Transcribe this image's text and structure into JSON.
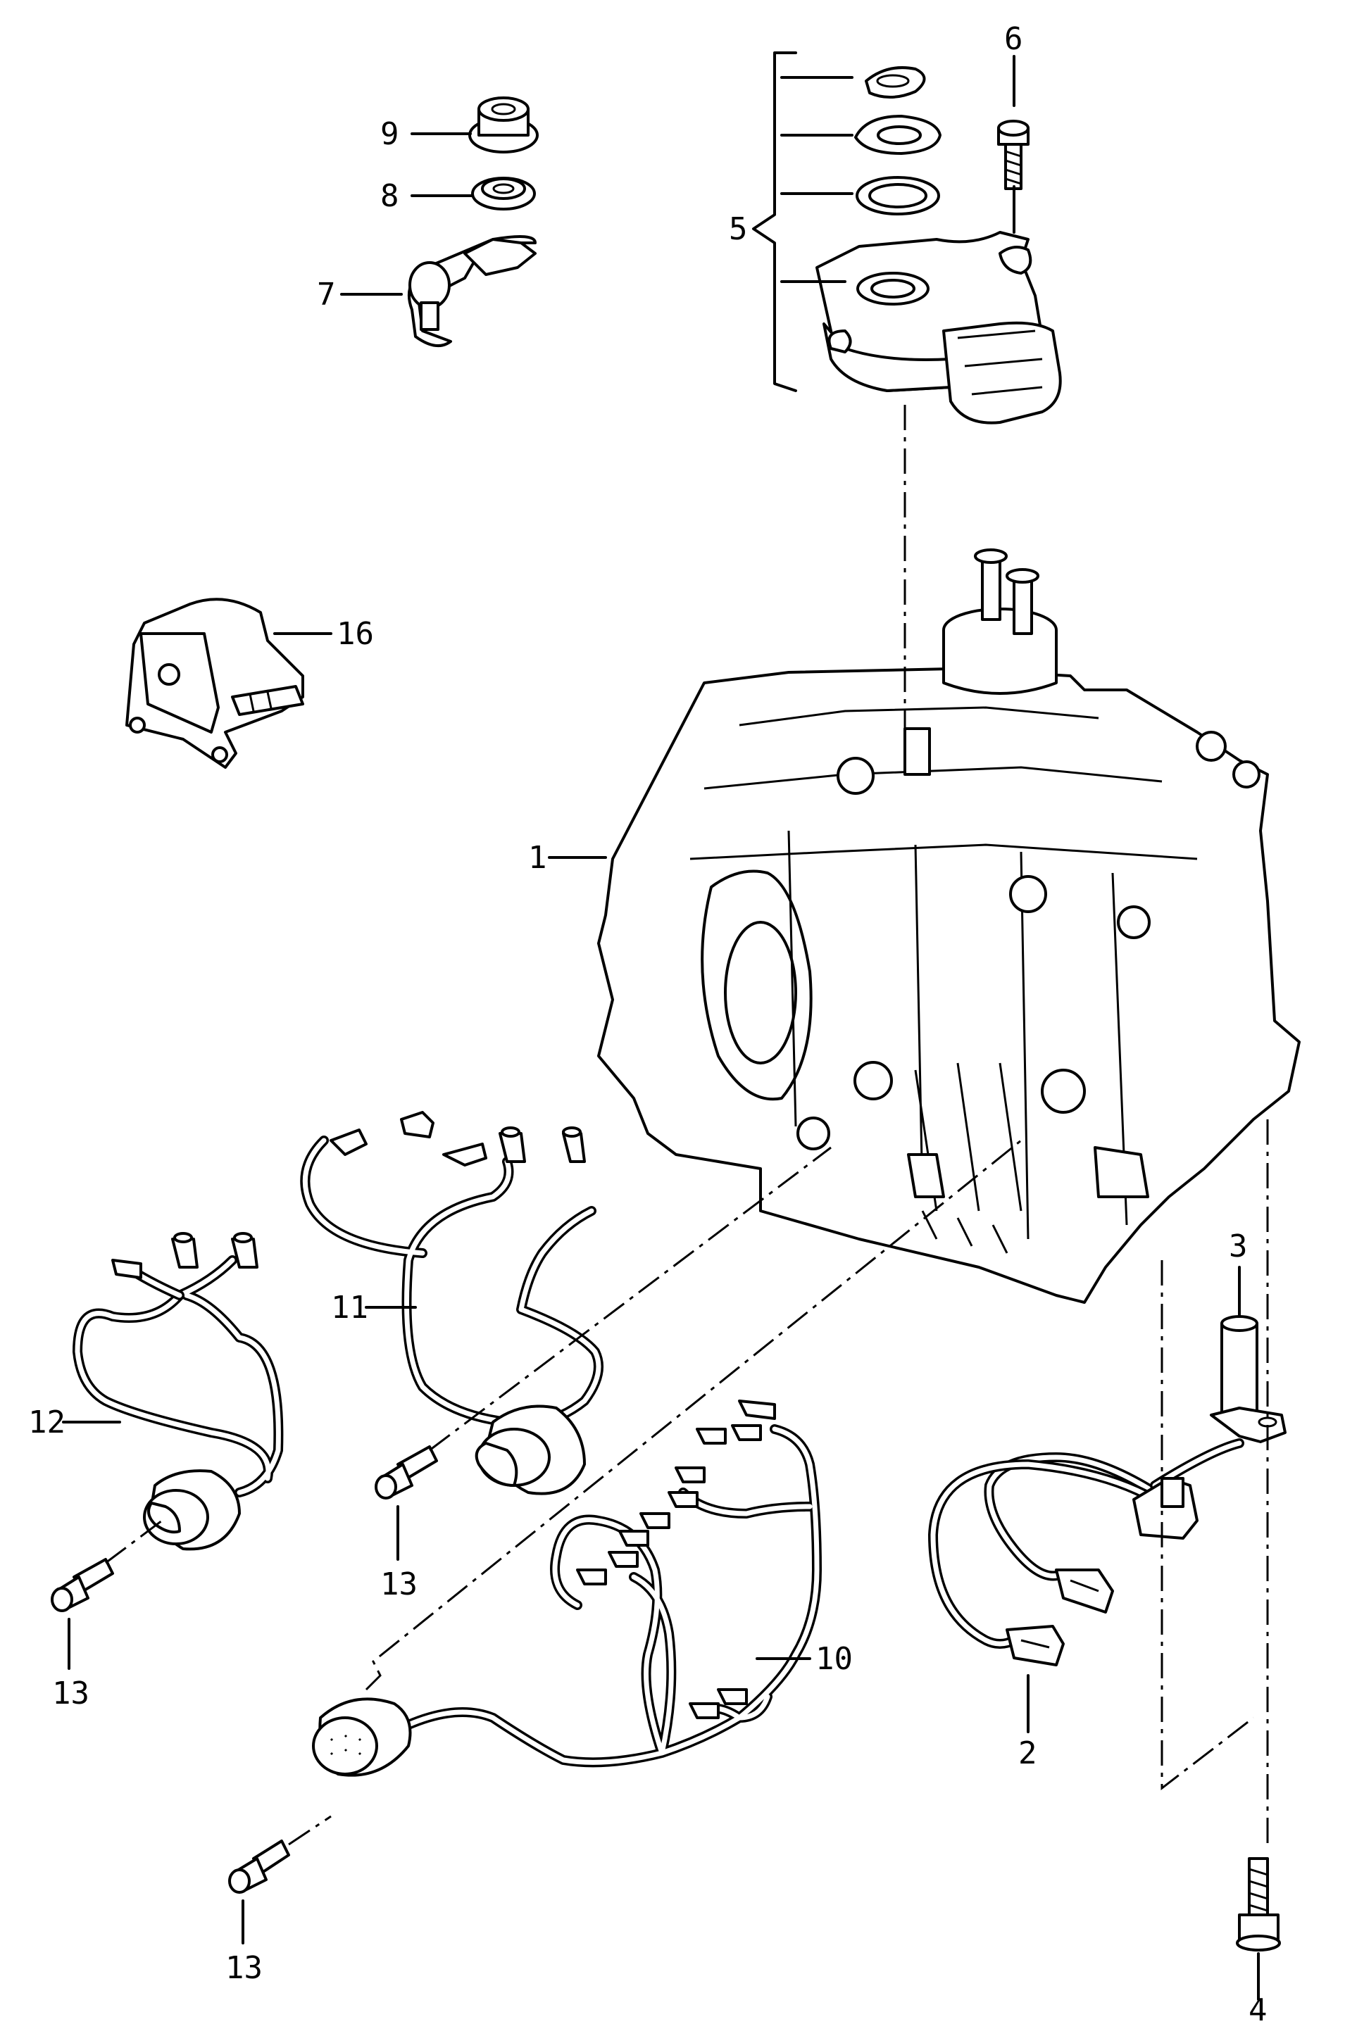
{
  "diagram": {
    "callouts": {
      "c1": "1",
      "c2": "2",
      "c3": "3",
      "c4": "4",
      "c5": "5",
      "c6": "6",
      "c7": "7",
      "c8": "8",
      "c9": "9",
      "c10": "10",
      "c11": "11",
      "c12": "12",
      "c13a": "13",
      "c13b": "13",
      "c13c": "13",
      "c16": "16"
    },
    "colors": {
      "line": "#000000",
      "paper": "#ffffff"
    }
  }
}
